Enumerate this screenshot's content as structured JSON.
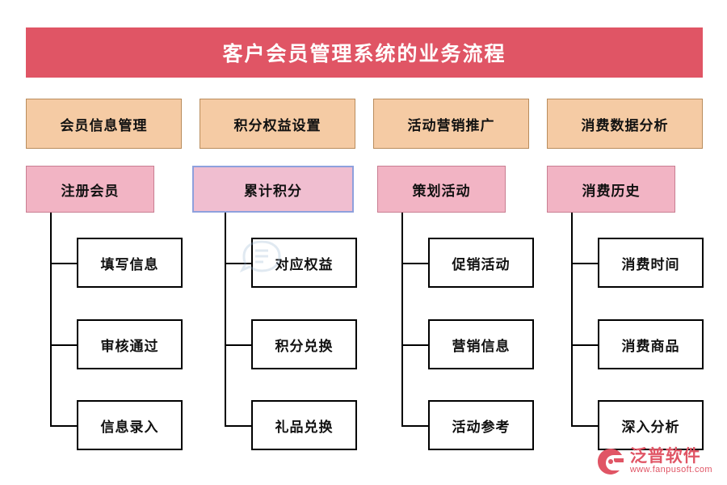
{
  "title": {
    "text": "客户会员管理系统的业务流程",
    "background": "#e05565",
    "color": "#ffffff"
  },
  "colors": {
    "level1_fill": "#f5cba4",
    "level1_border": "#b98c5c",
    "level2_fill": "#f2b4c4",
    "level2_border": "#c97e92",
    "level2_highlight_border": "#8ea0dd",
    "level3_fill": "#ffffff",
    "level3_border": "#000000",
    "brand": "#e05565"
  },
  "columns": [
    {
      "level1": "会员信息管理",
      "level2": "注册会员",
      "level2_highlighted": false,
      "level3": [
        "填写信息",
        "审核通过",
        "信息录入"
      ]
    },
    {
      "level1": "积分权益设置",
      "level2": "累计积分",
      "level2_highlighted": true,
      "level3": [
        "对应权益",
        "积分兑换",
        "礼品兑换"
      ]
    },
    {
      "level1": "活动营销推广",
      "level2": "策划活动",
      "level2_highlighted": false,
      "level3": [
        "促销活动",
        "营销信息",
        "活动参考"
      ]
    },
    {
      "level1": "消费数据分析",
      "level2": "消费历史",
      "level2_highlighted": false,
      "level3": [
        "消费时间",
        "消费商品",
        "深入分析"
      ]
    }
  ],
  "logo": {
    "name": "泛普软件",
    "url": "www.fanpusoft.com"
  }
}
